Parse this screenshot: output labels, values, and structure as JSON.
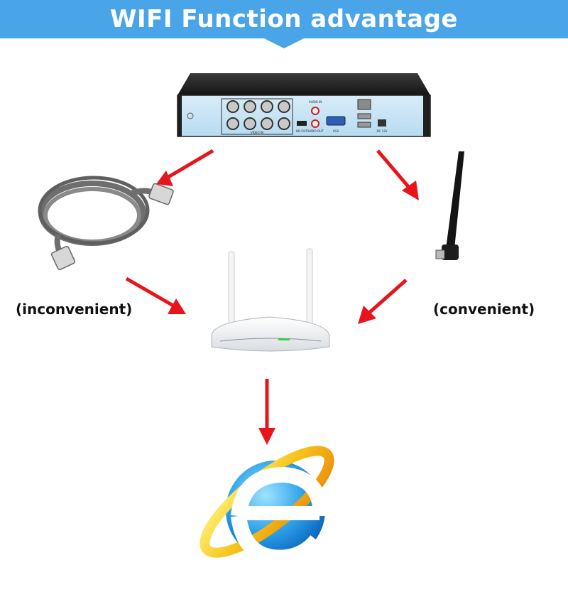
{
  "header": {
    "title": "WIFI Function advantage"
  },
  "labels": {
    "left": "(inconvenient)",
    "right": "(convenient)"
  },
  "device": {
    "ports": {
      "video_in": "VIDEO IN",
      "hd_out": "HD OUT",
      "audio_in": "AUDIO IN",
      "audio_out": "AUDIO OUT",
      "vga": "VGA",
      "dc": "DC 12V"
    },
    "channels": [
      "1",
      "2",
      "3",
      "4",
      "5",
      "6",
      "7",
      "8"
    ]
  },
  "colors": {
    "banner": "#4aa4e8",
    "arrow": "#e8141c",
    "label": "#111111"
  },
  "icons": {
    "dvr": "dvr-recorder-icon",
    "cable": "ethernet-cable-icon",
    "antenna": "usb-wifi-adapter-icon",
    "router": "wifi-router-icon",
    "browser": "internet-explorer-icon"
  }
}
